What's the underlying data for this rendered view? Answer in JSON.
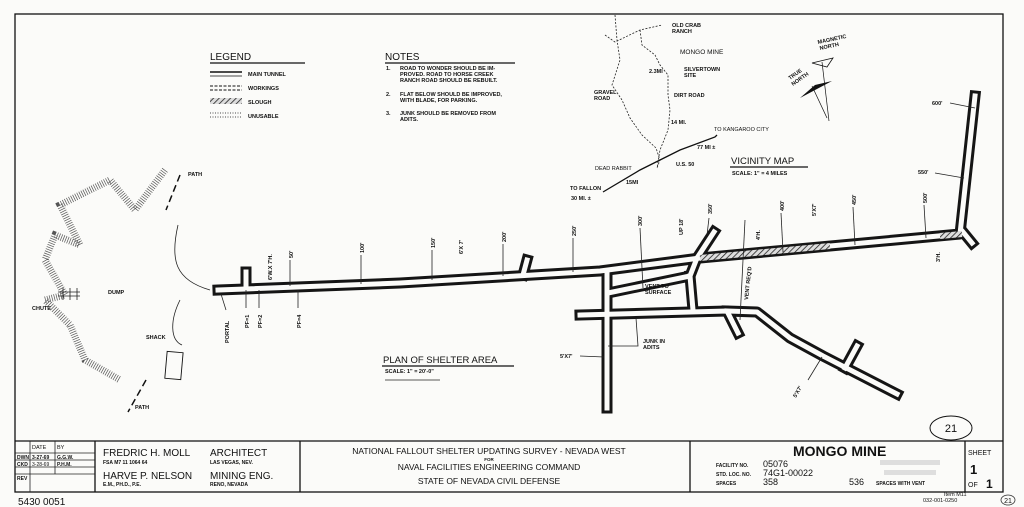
{
  "legend": {
    "title": "LEGEND",
    "items": [
      "MAIN TUNNEL",
      "WORKINGS",
      "SLOUGH",
      "UNUSABLE"
    ]
  },
  "notes": {
    "title": "NOTES",
    "items": [
      {
        "num": "1.",
        "lines": [
          "ROAD TO WONDER SHOULD BE IM-",
          "PROVED.  ROAD TO HORSE CREEK",
          "RANCH ROAD SHOULD BE REBUILT."
        ]
      },
      {
        "num": "2.",
        "lines": [
          "FLAT BELOW SHOULD BE IMPROVED,",
          "WITH BLADE, FOR PARKING."
        ]
      },
      {
        "num": "3.",
        "lines": [
          "JUNK SHOULD BE REMOVED FROM",
          "ADITS."
        ]
      }
    ]
  },
  "vicinity_map": {
    "title": "VICINITY MAP",
    "scale": "SCALE:  1\" = 4 MILES",
    "labels": {
      "old_crab_ranch_1": "OLD CRAB",
      "old_crab_ranch_2": "RANCH",
      "mongo_mine": "MONGO MINE",
      "silvertown_1": "SILVERTOWN",
      "silvertown_2": "SITE",
      "dist_23": "2.3MI",
      "gravel_road_1": "GRAVEL",
      "gravel_road_2": "ROAD",
      "dirt_road": "DIRT ROAD",
      "dist_14": "14 MI.",
      "to_kangaroo": "TO  KANGAROO CITY",
      "dist_77": "77 MI ±",
      "us50": "U.S. 50",
      "dead_rabbit": "DEAD RABBIT",
      "dist_15": "15MI",
      "to_fallon": "TO FALLON",
      "dist_30": "30 MI. ±"
    },
    "north": {
      "magnetic_1": "MAGNETIC",
      "magnetic_2": "NORTH",
      "true_1": "TRUE",
      "true_2": "NORTH"
    }
  },
  "plan": {
    "title": "PLAN OF SHELTER AREA",
    "scale": "SCALE:  1\" = 20'-0\"",
    "labels": {
      "path_top": "PATH",
      "path_bottom": "PATH",
      "dump": "DUMP",
      "chute": "CHUTE",
      "shack": "SHACK",
      "portal": "PORTAL",
      "pf1": "PF=1",
      "pf2": "PF=2",
      "pf4": "PF=4",
      "size_6x7h": "6'W.X 7'H.",
      "size_6x7": "6'X 7'",
      "size_5x7_a": "5'X7'",
      "size_5x7_b": "5'X7'",
      "size_5x7_c": "5'X7'",
      "up18": "UP 18'",
      "vent_surface_1": "VENT TO",
      "vent_surface_2": "SURFACE",
      "junk_1": "JUNK IN",
      "junk_2": "ADITS",
      "vent_reqd": "VENT REQ'D",
      "h4": "4'H.",
      "h3": "3'H."
    },
    "stations": [
      "50'",
      "100'",
      "150'",
      "200'",
      "250'",
      "300'",
      "350'",
      "400'",
      "450'",
      "500'",
      "550'",
      "600'"
    ]
  },
  "title_block": {
    "date_header": "DATE",
    "by_header": "BY",
    "dwn_label": "DWN",
    "dwn_date": "3-27-69",
    "dwn_by": "G.G.W.",
    "ckd_label": "CKD",
    "ckd_date": "3-28-69",
    "ckd_by": "P.H.M.",
    "rev_label": "REV",
    "architect_name": "FREDRIC H. MOLL",
    "architect_reg": "FSA M7 11 1064 64",
    "architect_title": "ARCHITECT",
    "architect_city": "LAS VEGAS, NEV.",
    "engineer_name": "HARVE P. NELSON",
    "engineer_cred": "E.M., PH.D., P.E.",
    "engineer_title": "MINING ENG.",
    "engineer_city": "RENO, NEVADA",
    "survey_line1": "NATIONAL  FALLOUT  SHELTER  UPDATING  SURVEY  -  NEVADA  WEST",
    "survey_for": "FOR",
    "survey_line2": "NAVAL  FACILITIES  ENGINEERING  COMMAND",
    "survey_line3": "STATE  OF  NEVADA     CIVIL  DEFENSE",
    "facility_name": "MONGO MINE",
    "facility_no_label": "FACILITY NO.",
    "facility_no": "05076",
    "std_loc_label": "STD. LOC. NO.",
    "std_loc": "74G1-00022",
    "spaces_label": "SPACES",
    "spaces": "358",
    "spaces_vent": "536",
    "spaces_vent_label": "SPACES WITH VENT",
    "sheet_label": "SHEET",
    "sheet_no": "1",
    "of_label": "OF",
    "sheet_total": "1",
    "circled_number": "21"
  },
  "annotations": {
    "bottom_left": "5430 0051",
    "bottom_right_code": "032-001-0250",
    "bottom_right_item": "Item M11",
    "bottom_right_circle": "21"
  }
}
